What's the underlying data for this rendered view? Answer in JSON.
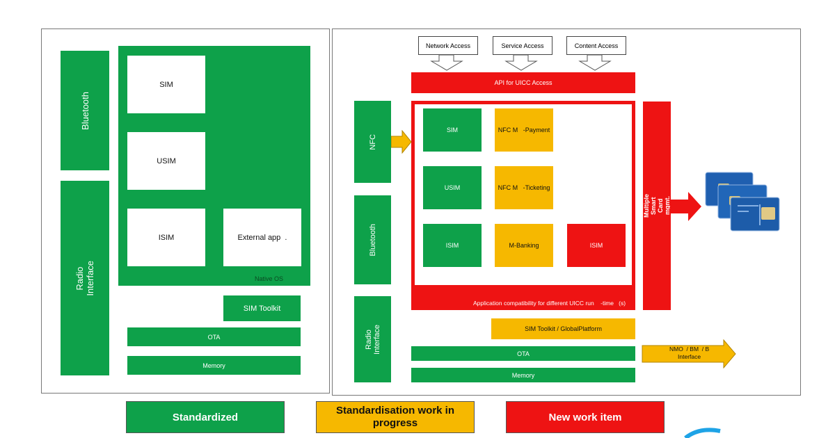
{
  "left": {
    "bluetooth": "Bluetooth",
    "radio_interface": "Radio\nInterface",
    "sim": "SIM",
    "usim": "USIM",
    "isim": "ISIM",
    "external_app": "External app  .",
    "native_os": "Native OS",
    "sim_toolkit": "SIM Toolkit",
    "ota": "OTA",
    "memory": "Memory"
  },
  "right": {
    "network_access": "Network Access",
    "service_access": "Service Access",
    "content_access": "Content Access",
    "api_uicc": "API for UICC Access",
    "nfc": "NFC",
    "bluetooth": "Bluetooth",
    "radio_interface": "Radio\nInterface",
    "sim": "SIM",
    "usim": "USIM",
    "isim": "ISIM",
    "nfc_payment": "NFC M   -Payment",
    "nfc_ticketing": "NFC M   -Ticketing",
    "m_banking": "M-Banking",
    "red_isim": "ISIM",
    "app_compat": "Application compatibility for different UICC run    -time   (s)",
    "multiple_smart_card": "Multiple\nSmart\nCard\nmgmt.",
    "sim_toolkit_gp": "SIM Toolkit / GlobalPlatform",
    "ota": "OTA",
    "memory": "Memory",
    "nmo_interface": "NMO  / BM  / B\nInterface"
  },
  "legend": {
    "standardized": "Standardized",
    "in_progress": "Standardisation work in progress",
    "new_work": "New work item"
  },
  "colors": {
    "standardized": "#0ea14a",
    "in_progress": "#f6b800",
    "new_work": "#ee1313"
  }
}
